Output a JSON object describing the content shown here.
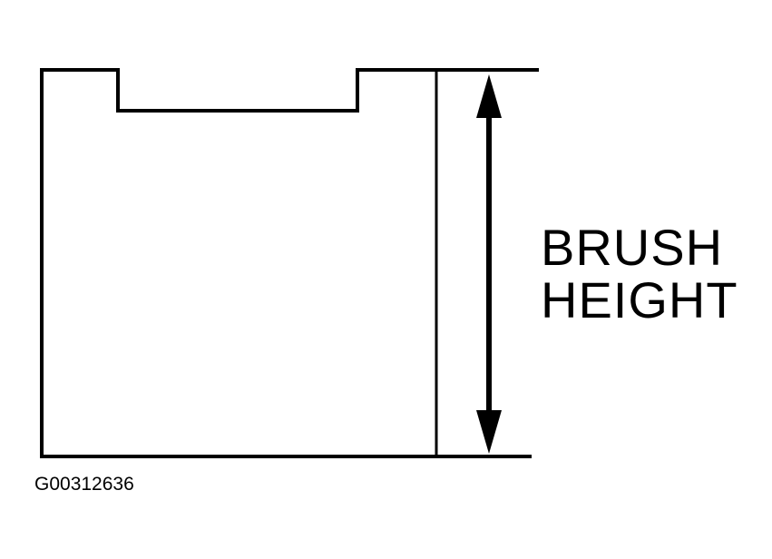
{
  "diagram": {
    "label_line1": "BRUSH",
    "label_line2": "HEIGHT",
    "figure_id": "G00312636"
  },
  "colors": {
    "ink": "#000000",
    "background": "#ffffff"
  }
}
